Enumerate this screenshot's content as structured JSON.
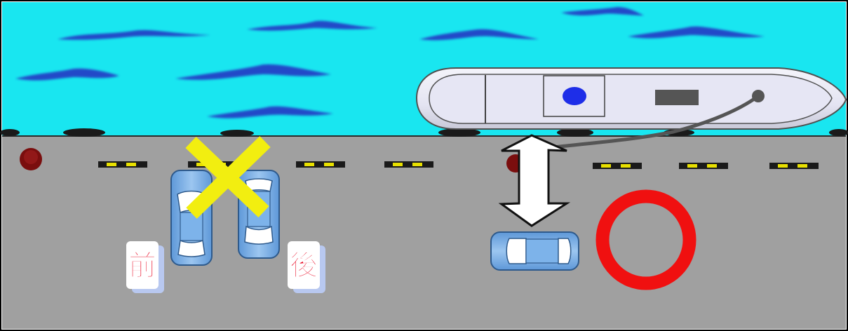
{
  "labels": {
    "front": "前",
    "rear": "後"
  },
  "colors": {
    "sea": "#19E6F0",
    "wave": "#2448C8",
    "quay": "#A0A0A0",
    "edge_line": "#2A2A2A",
    "bollard": "#7A0E0E",
    "fender": "#1A1A1A",
    "bumper_yellow": "#E8E000",
    "car_body": "#78AEE6",
    "car_outline": "#2E5A8C",
    "cross_mark": "#F2EE10",
    "ok_circle": "#F01010",
    "ship_hull": "#E8E8F4",
    "ship_window": "#1E2EE8",
    "ship_box": "#555555",
    "label_red": "#E8001C"
  },
  "marks": {
    "wrong": "cross-mark",
    "right": "circle-mark"
  }
}
